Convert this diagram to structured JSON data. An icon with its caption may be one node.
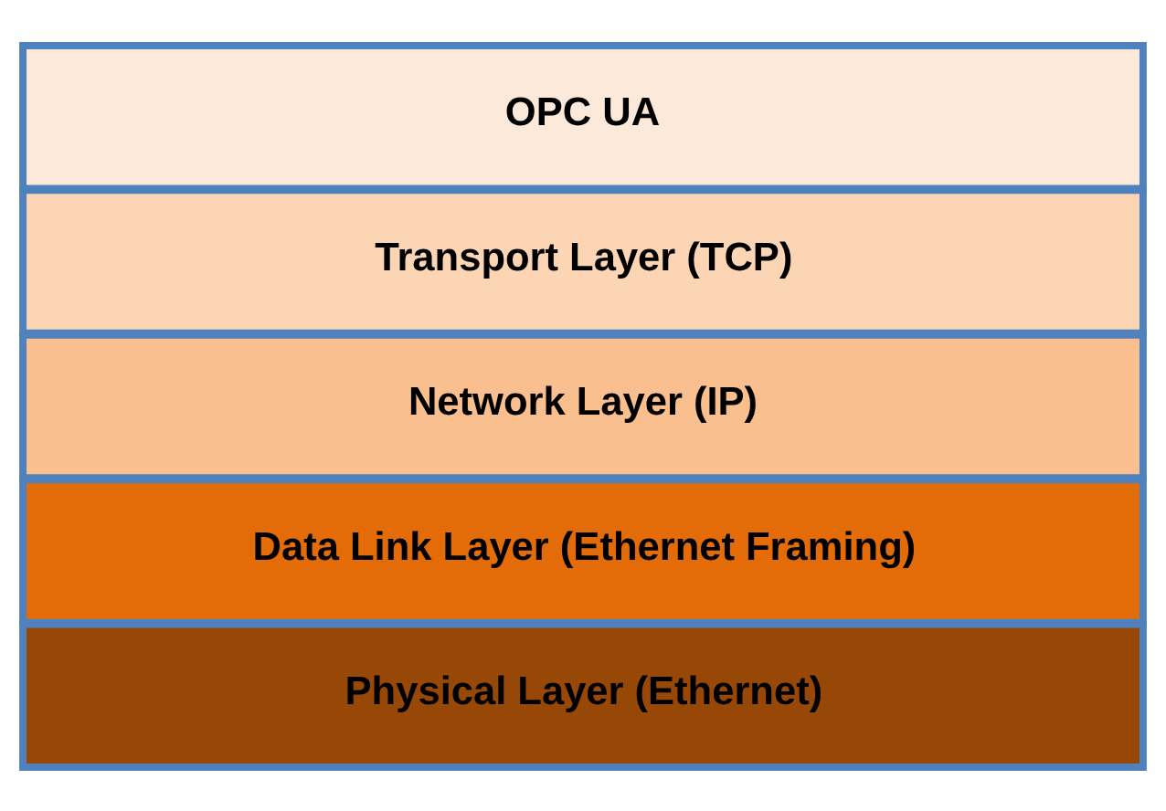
{
  "diagram": {
    "nodes": [
      {
        "text": [
          "OPC UA"
        ]
      },
      {
        "text": [
          "Transport Layer (TCP)"
        ]
      },
      {
        "text": [
          "Network Layer (IP)"
        ]
      },
      {
        "text": [
          "Data Link Layer (Ethernet Framing)"
        ]
      },
      {
        "text": [
          "Physical Layer (Ethernet)"
        ]
      }
    ]
  }
}
